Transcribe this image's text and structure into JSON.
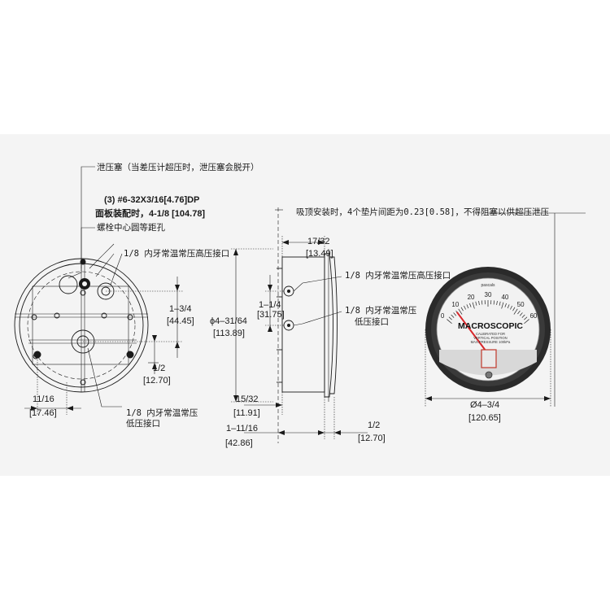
{
  "labels": {
    "relief_plug": "泄压塞（当差压计超压时，泄压塞会脱开）",
    "screw_spec": "(3) #6-32X3/16[4.76]DP",
    "panel_mount": "面板装配时，4-1/8 [104.78]",
    "bolt_circle": "螺栓中心圆等距孔",
    "high_port_back": "1/8 内牙常温常压高压接口",
    "low_port_back_1": "1/8 内牙常温常压",
    "low_port_back_2": "低压接口",
    "ceiling_note": "吸顶安装时，4个垫片间距为0.23[0.58]，不得阻塞以供超压泄压",
    "high_port_side": "1/8 内牙常温常压高压接口",
    "low_port_side_1": "1/8 内牙常温常压",
    "low_port_side_2": "低压接口"
  },
  "dims": {
    "d_1_3_4": "1–3/4",
    "d_1_3_4_mm": "[44.45]",
    "d_1_2_a": "1/2",
    "d_1_2_a_mm": "[12.70]",
    "d_11_16": "11/16",
    "d_11_16_mm": "[17.46]",
    "d_17_32": "17/32",
    "d_17_32_mm": "[13.49]",
    "d_1_1_4": "1–1/4",
    "d_1_1_4_mm": "[31.75]",
    "d_dia_4_31": "ϕ4–31/64",
    "d_dia_4_31_mm": "[113.89]",
    "d_15_32": "15/32",
    "d_15_32_mm": "[11.91]",
    "d_1_11_16": "1–11/16",
    "d_1_11_16_mm": "[42.86]",
    "d_1_2_b": "1/2",
    "d_1_2_b_mm": "[12.70]",
    "d_dia_4_3_4": "Ø4–3/4",
    "d_dia_4_3_4_mm": "[120.65]"
  },
  "gauge": {
    "unit": "pascals",
    "brand": "MACROSCOPIC",
    "sub1": "CALIBRATED FOR",
    "sub2": "VERTICAL POSITION",
    "sub3": "MAX.PRESSURE 100kPa",
    "ticks": [
      "0",
      "10",
      "20",
      "30",
      "40",
      "50",
      "60"
    ],
    "pointer_value": 8,
    "scale_max": 60
  }
}
